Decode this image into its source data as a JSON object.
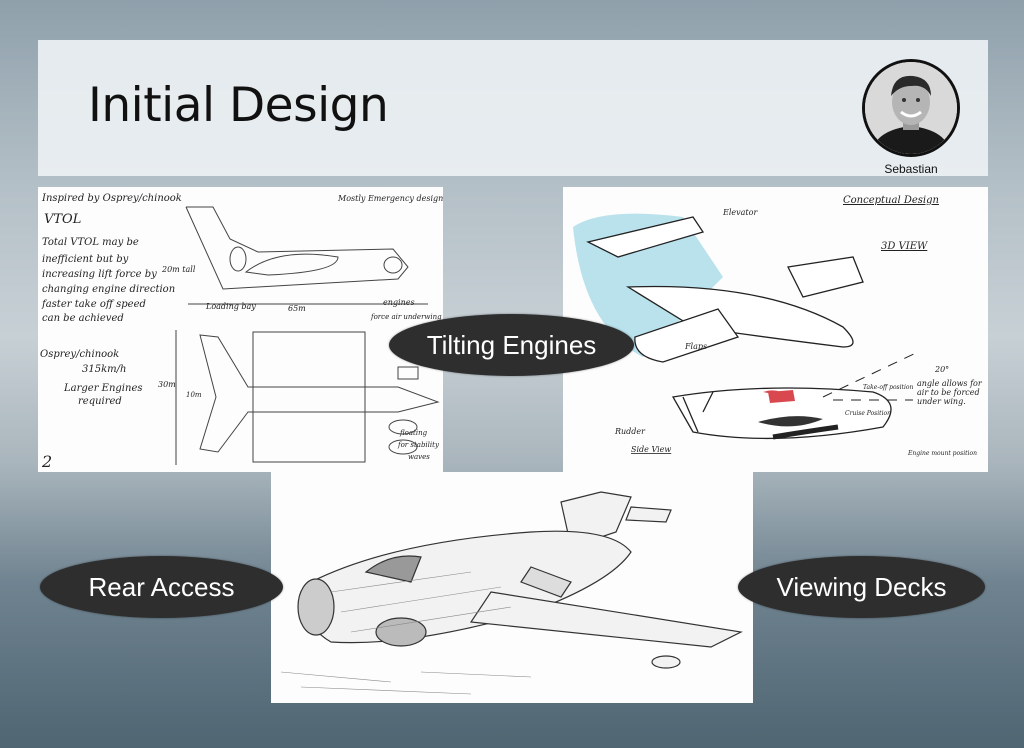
{
  "slide": {
    "title": "Initial Design",
    "presenter": {
      "name": "Sebastian",
      "icon": "person-photo"
    }
  },
  "sketches": {
    "left": {
      "notes": [
        "Inspired by Osprey/chinook",
        "VTOL",
        "Total VTOL may be",
        "inefficient but by",
        "increasing lift force by",
        "changing engine direction",
        "faster take off speed",
        "can be achieved",
        "Osprey/chinook",
        "315km/h",
        "Larger Engines",
        "required",
        "2"
      ],
      "labels": [
        "Mostly Emergency design",
        "20m tall",
        "Loading bay",
        "65m",
        "engines",
        "force air underwing",
        "30m",
        "10m",
        "floating",
        "for stability",
        "waves"
      ]
    },
    "right": {
      "labels": [
        "Conceptual Design",
        "3D VIEW",
        "Elevator",
        "Flaps",
        "20°",
        "Take-off position",
        "angle allows for air to be forced under wing.",
        "Cruise Position",
        "Rudder",
        "Side View",
        "Engine mount position"
      ]
    }
  },
  "callouts": {
    "tilting_engines": "Tilting Engines",
    "rear_access": "Rear Access",
    "viewing_decks": "Viewing Decks"
  },
  "colors": {
    "callout_bg": "#2e2e2e",
    "callout_text": "#ffffff",
    "header_bg": "#eceff3",
    "sketch_accent_blue": "#9fd6e4",
    "sketch_accent_red": "#d9484f"
  }
}
